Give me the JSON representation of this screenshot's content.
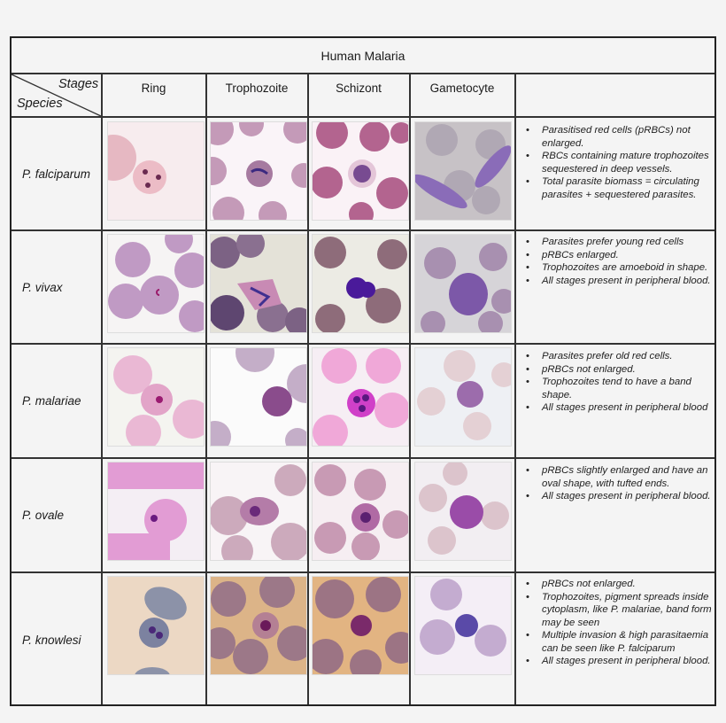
{
  "table": {
    "title": "Human Malaria",
    "corner": {
      "top_label": "Stages",
      "bottom_label": "Species"
    },
    "stages": [
      "Ring",
      "Trophozoite",
      "Schizont",
      "Gametocyte"
    ],
    "rows": [
      {
        "species": "P. falciparum",
        "images": [
          "ring-microscopy-image",
          "trophozoite-microscopy-image",
          "schizont-microscopy-image",
          "gametocyte-microscopy-image"
        ],
        "notes": [
          "Parasitised red cells (pRBCs) not enlarged.",
          "RBCs containing mature trophozoites  sequestered in deep vessels.",
          "Total parasite biomass   = circulating parasites + sequestered parasites."
        ]
      },
      {
        "species": "P. vivax",
        "images": [
          "ring-microscopy-image",
          "trophozoite-microscopy-image",
          "schizont-microscopy-image",
          "gametocyte-microscopy-image"
        ],
        "notes": [
          "Parasites prefer young red cells",
          "pRBCs enlarged.",
          "Trophozoites are amoeboid in shape.",
          "All stages present in peripheral blood."
        ]
      },
      {
        "species": "P. malariae",
        "images": [
          "ring-microscopy-image",
          "trophozoite-microscopy-image",
          "schizont-microscopy-image",
          "gametocyte-microscopy-image"
        ],
        "notes": [
          "Parasites prefer old red cells.",
          "pRBCs not enlarged.",
          "Trophozoites tend to have a band shape.",
          "All stages present in peripheral blood"
        ]
      },
      {
        "species": "P. ovale",
        "images": [
          "ring-microscopy-image",
          "trophozoite-microscopy-image",
          "schizont-microscopy-image",
          "gametocyte-microscopy-image"
        ],
        "notes": [
          "pRBCs slightly enlarged and have an  oval  shape, with tufted ends.",
          "All stages present  in peripheral blood."
        ]
      },
      {
        "species": "P. knowlesi",
        "images": [
          "ring-microscopy-image",
          "trophozoite-microscopy-image",
          "schizont-microscopy-image",
          "gametocyte-microscopy-image"
        ],
        "notes": [
          "pRBCs not enlarged.",
          "Trophozoites, pigment  spreads inside cytoplasm, like P. malariae, band form may be seen",
          "Multiple invasion & high parasitaemia can be seen  like P. falciparum",
          "All stages present in peripheral blood."
        ]
      }
    ]
  }
}
